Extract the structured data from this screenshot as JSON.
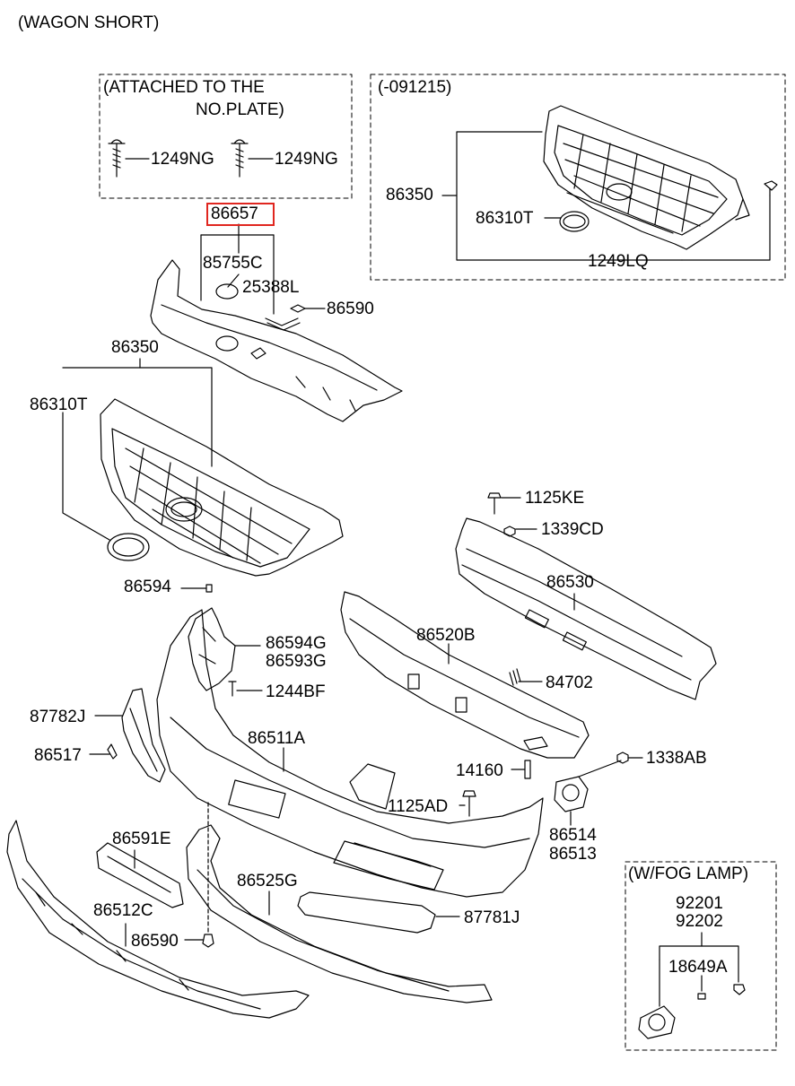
{
  "title": "(WAGON SHORT)",
  "boxes": {
    "attached_plate": {
      "line1": "(ATTACHED TO THE",
      "line2": "NO.PLATE)"
    },
    "date_range": "(-091215)",
    "fog_lamp": "(W/FOG LAMP)"
  },
  "highlighted_part": "86657",
  "colors": {
    "highlight": "#e0261f",
    "line": "#000000",
    "background": "#ffffff"
  },
  "labels": {
    "p1249NG_a": "1249NG",
    "p1249NG_b": "1249NG",
    "p86350_top": "86350",
    "p86310T_top": "86310T",
    "p1249LQ": "1249LQ",
    "p86657": "86657",
    "p85755C": "85755C",
    "p25388L": "25388L",
    "p86590_top": "86590",
    "p86350": "86350",
    "p86310T": "86310T",
    "p1125KE": "1125KE",
    "p1339CD": "1339CD",
    "p86530": "86530",
    "p86594": "86594",
    "p86520B": "86520B",
    "p86594G": "86594G",
    "p86593G": "86593G",
    "p84702": "84702",
    "p1244BF": "1244BF",
    "p87782J": "87782J",
    "p86511A": "86511A",
    "p86517": "86517",
    "p1338AB": "1338AB",
    "p14160": "14160",
    "p1125AD": "1125AD",
    "p86514": "86514",
    "p86513": "86513",
    "p86591E": "86591E",
    "p86525G": "86525G",
    "p92201": "92201",
    "p92202": "92202",
    "p86512C": "86512C",
    "p87781J": "87781J",
    "p86590": "86590",
    "p18649A": "18649A"
  }
}
